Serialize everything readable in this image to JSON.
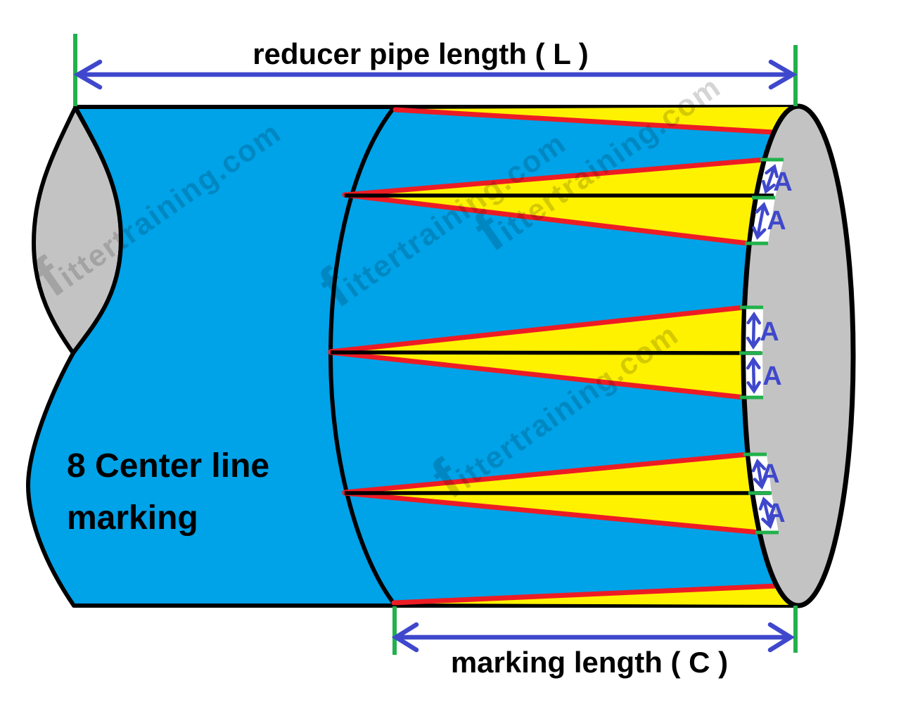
{
  "figure": {
    "top_dimension_label": "reducer pipe length ( L )",
    "bottom_dimension_label": "marking length ( C )",
    "caption_line1": "8 Center line",
    "caption_line2": "marking",
    "segment_dimension_label": "A",
    "watermark_first_letter": "f",
    "watermark_rest": "ittertraining.com",
    "num_center_lines": 8
  },
  "colors": {
    "pipe_body_blue": "#00A2E8",
    "marking_wedge_yellow": "#FFF200",
    "marking_line_red": "#ED1C24",
    "reference_tick_green": "#22B14C",
    "dimension_arrow_blue": "#3F48CC",
    "pipe_end_face_gray": "#C3C3C3",
    "outline_black": "#000000",
    "background_white": "#FFFFFF"
  }
}
